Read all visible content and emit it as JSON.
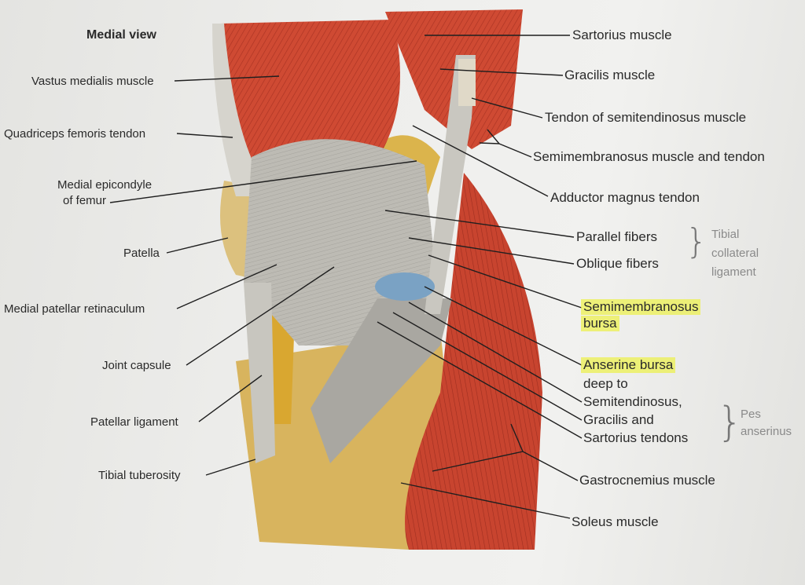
{
  "title": "Medial view",
  "left_labels": {
    "vastus_medialis": "Vastus medialis muscle",
    "quadriceps_tendon": "Quadriceps femoris tendon",
    "medial_epicondyle_1": "Medial epicondyle",
    "medial_epicondyle_2": "of femur",
    "patella": "Patella",
    "medial_patellar_retinaculum": "Medial patellar retinaculum",
    "joint_capsule": "Joint capsule",
    "patellar_ligament": "Patellar ligament",
    "tibial_tuberosity": "Tibial tuberosity"
  },
  "right_labels": {
    "sartorius": "Sartorius muscle",
    "gracilis": "Gracilis muscle",
    "semitendinosus_tendon": "Tendon of semitendinosus muscle",
    "semimembranosus": "Semimembranosus muscle and tendon",
    "adductor_magnus": "Adductor magnus tendon",
    "parallel_fibers": "Parallel fibers",
    "oblique_fibers": "Oblique fibers",
    "tibial_collateral": [
      "Tibial",
      "collateral",
      "ligament"
    ],
    "semimembranosus_bursa": [
      "Semimembranosus",
      "bursa"
    ],
    "anserine_bursa": [
      "Anserine bursa",
      "deep to",
      "Semitendinosus,",
      "Gracilis and",
      "Sartorius tendons"
    ],
    "pes_anserinus": [
      "Pes",
      "anserinus"
    ],
    "gastrocnemius": "Gastrocnemius muscle",
    "soleus": "Soleus muscle"
  },
  "colors": {
    "muscle": "#c9432e",
    "ligament": "#b9b7b0",
    "bone": "#d9b25a",
    "bursa": "#6f9bc0",
    "highlight": "#ecf050"
  }
}
